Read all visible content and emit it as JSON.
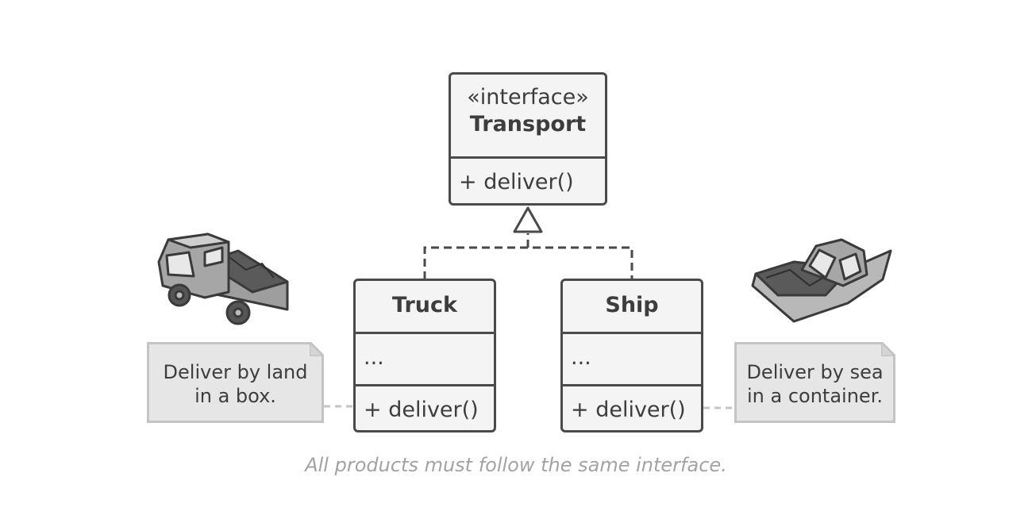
{
  "interface": {
    "stereotype": "«interface»",
    "name": "Transport",
    "method": "+ deliver()"
  },
  "classes": [
    {
      "name": "Truck",
      "fields": "...",
      "method": "+ deliver()"
    },
    {
      "name": "Ship",
      "fields": "...",
      "method": "+ deliver()"
    }
  ],
  "notes": {
    "truck": [
      "Deliver by land",
      "in a box."
    ],
    "ship": [
      "Deliver by sea",
      "in a container."
    ]
  },
  "illustrations": [
    "truck-illustration",
    "boat-illustration"
  ],
  "caption": "All products must follow the same interface.",
  "colors": {
    "stroke": "#4a4a4a",
    "box_fill": "#f4f4f4",
    "note_fill": "#e6e6e6",
    "note_border": "#c4c4c4",
    "caption": "#a3a3a3"
  }
}
